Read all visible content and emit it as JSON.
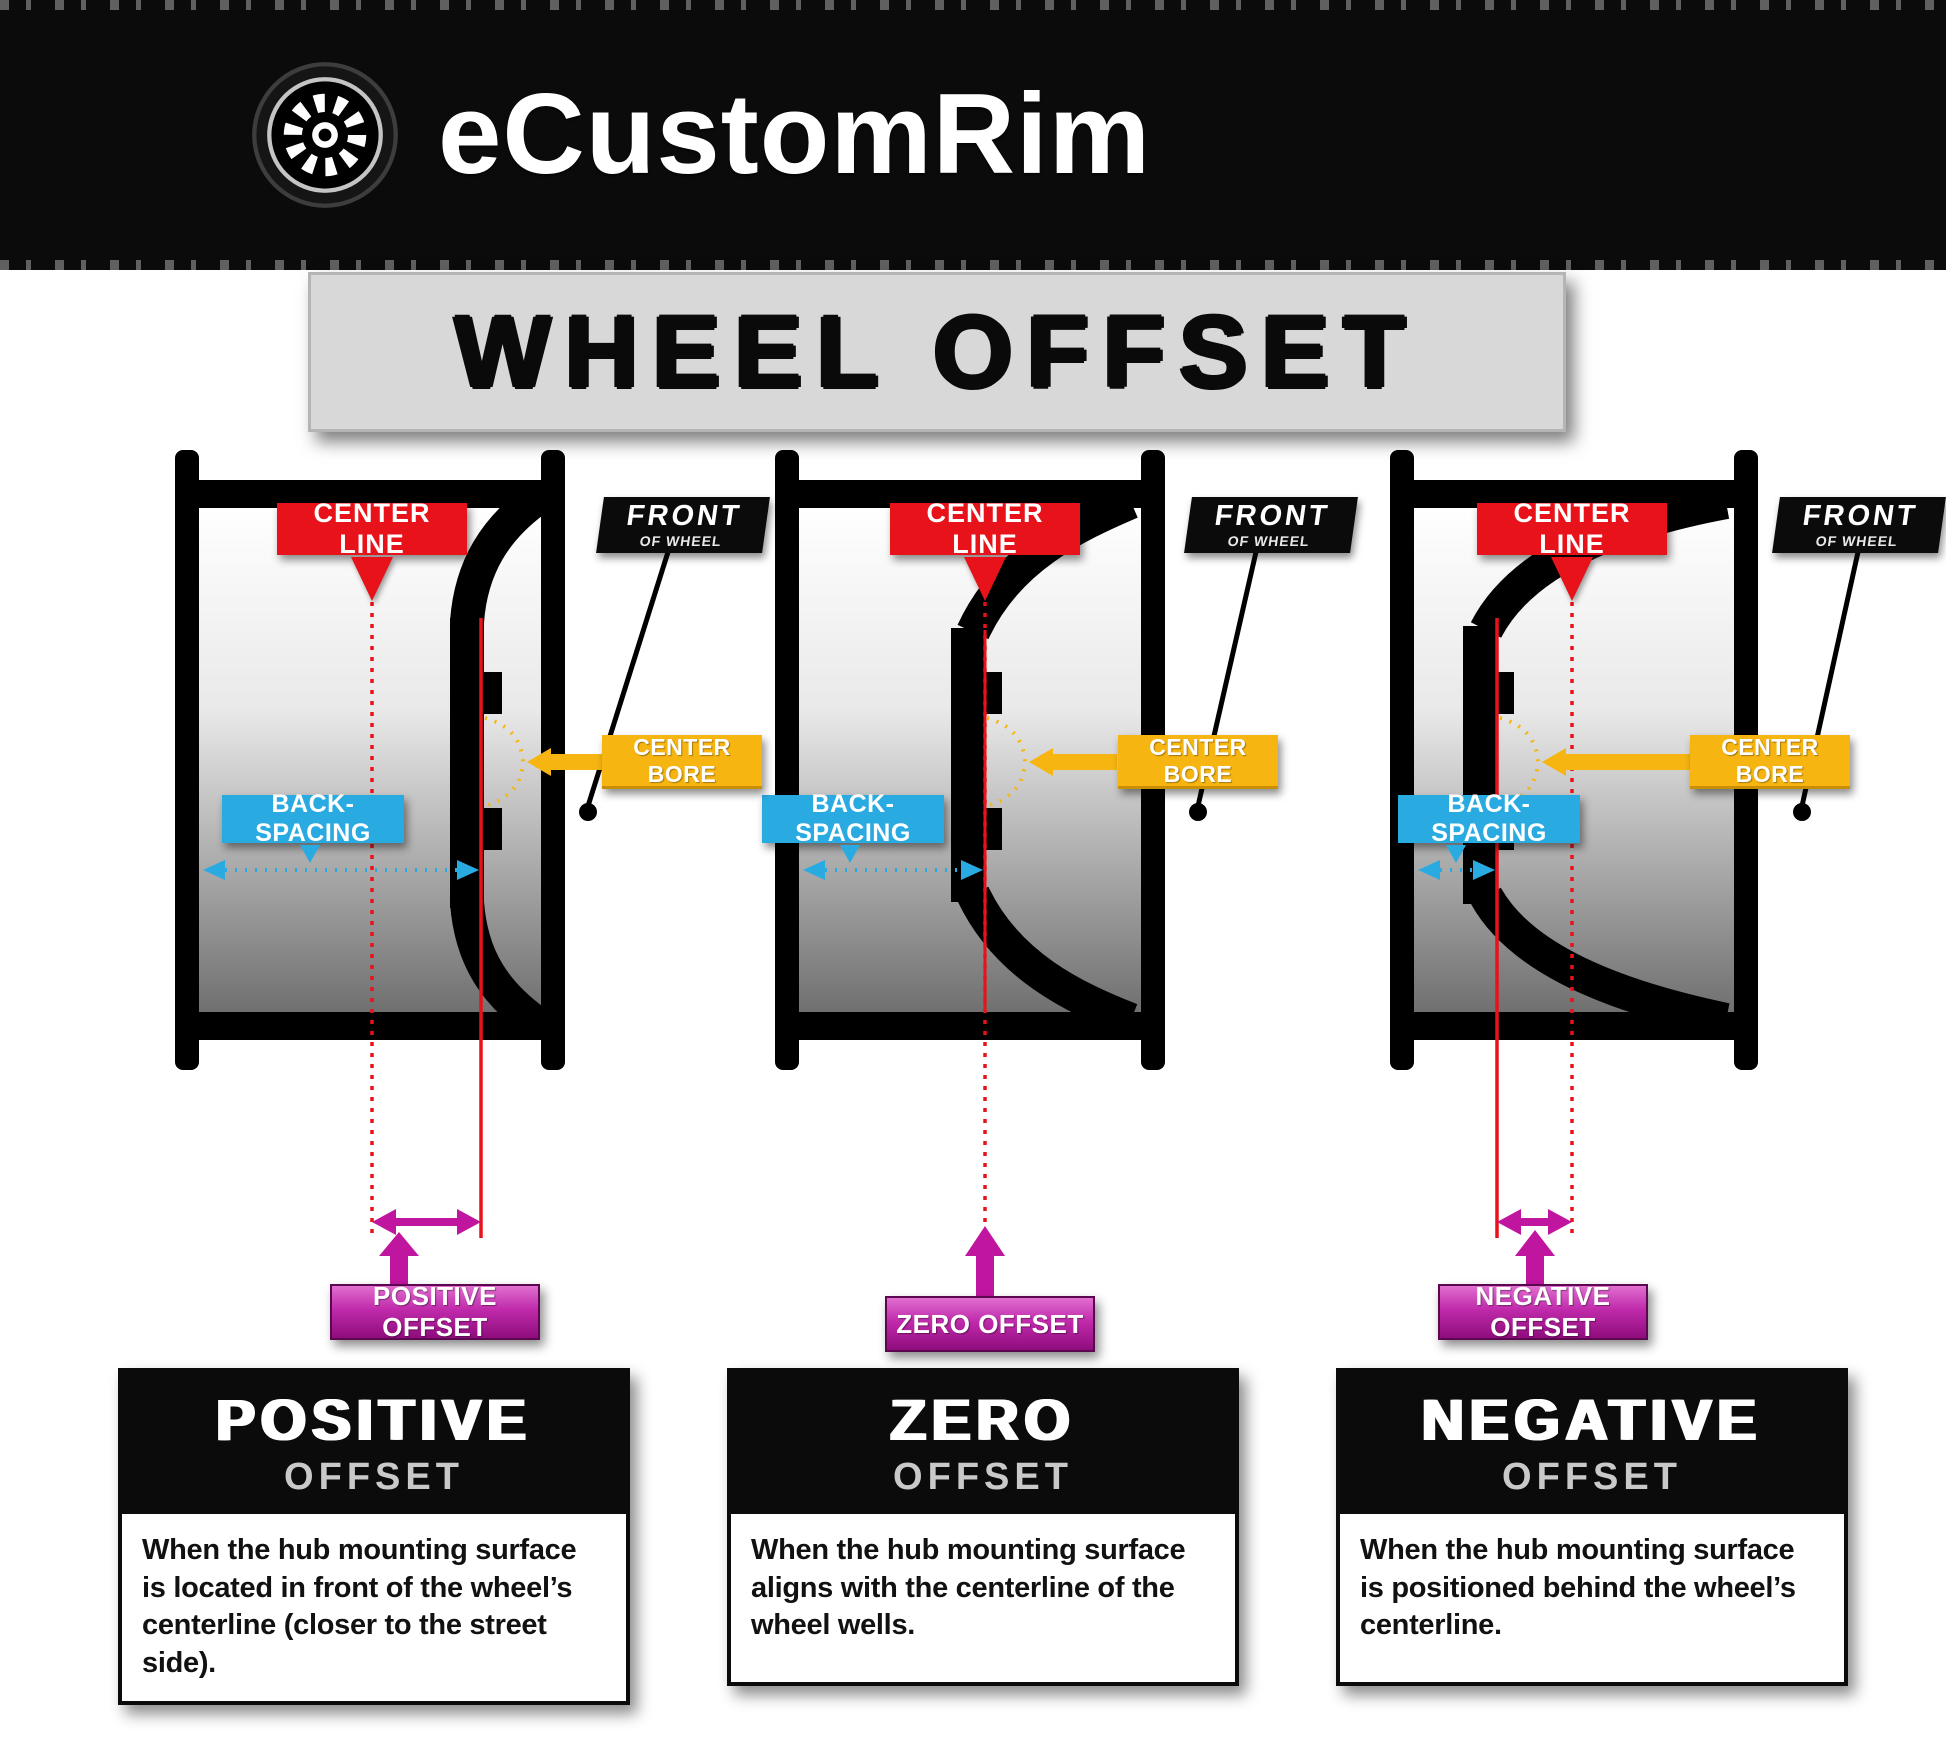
{
  "header": {
    "brand": "eCustomRim",
    "logo_icon": "wheel-icon"
  },
  "banner": {
    "title": "WHEEL OFFSET"
  },
  "shared_labels": {
    "center_line": "CENTER LINE",
    "front": "FRONT",
    "front_sub": "OF WHEEL",
    "back_spacing": "BACK-SPACING",
    "center_bore": "CENTER BORE"
  },
  "diagrams": [
    {
      "name": "positive",
      "offset_label": "POSITIVE OFFSET"
    },
    {
      "name": "zero",
      "offset_label": "ZERO OFFSET"
    },
    {
      "name": "negative",
      "offset_label": "NEGATIVE OFFSET"
    }
  ],
  "cards": [
    {
      "title": "POSITIVE",
      "subtitle": "OFFSET",
      "description": "When the hub mounting surface is located in front of the wheel’s centerline (closer to the street side)."
    },
    {
      "title": "ZERO",
      "subtitle": "OFFSET",
      "description": "When the hub mounting surface aligns with the centerline of the wheel wells."
    },
    {
      "title": "NEGATIVE",
      "subtitle": "OFFSET",
      "description": "When the hub mounting surface is positioned behind the wheel’s centerline."
    }
  ],
  "colors": {
    "red": "#e8121a",
    "blue": "#29abe2",
    "yellow": "#f7b511",
    "magenta": "#c0169f",
    "banner_gray": "#d8d8d8",
    "header_black": "#0b0b0b"
  }
}
